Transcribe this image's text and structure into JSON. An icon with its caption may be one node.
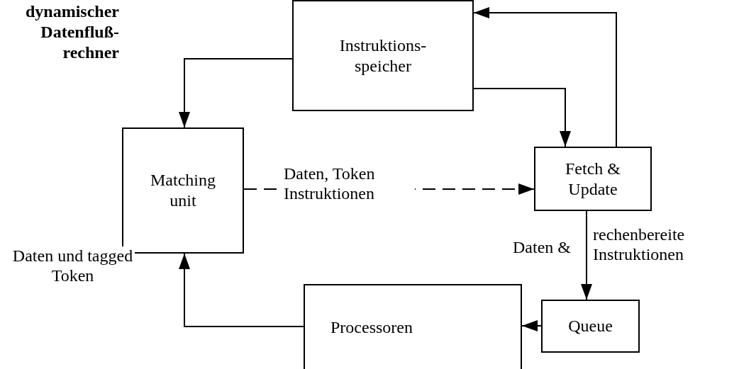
{
  "diagram": {
    "title": "dynamischer Datenfluß- rechner",
    "nodes": [
      {
        "text": [
          "Instruktions- speicher"
        ]
      },
      {
        "text": [
          "Matching unit"
        ]
      },
      {
        "text": [
          "Fetch & Update"
        ]
      },
      {
        "text": [
          "Queue"
        ]
      },
      {
        "text": [
          "Processoren"
        ]
      }
    ],
    "edges": [
      {
        "from": 0,
        "to": 1,
        "arrow": "to"
      },
      {
        "from": 0,
        "to": 2,
        "arrow": "to"
      },
      {
        "from": 2,
        "to": 0,
        "arrow": "to"
      },
      {
        "from": 1,
        "to": 2,
        "arrow": "to",
        "style": "dashed",
        "label": "Daten, Token Instruktionen"
      },
      {
        "from": 2,
        "to": 3,
        "arrow": "to"
      },
      {
        "from": 3,
        "to": 4,
        "arrow": "to"
      },
      {
        "from": 4,
        "to": 1,
        "arrow": "to",
        "label": "Daten und tagged Token"
      }
    ],
    "labels": [
      "Daten &",
      "rechenbereite Instruktionen"
    ]
  }
}
